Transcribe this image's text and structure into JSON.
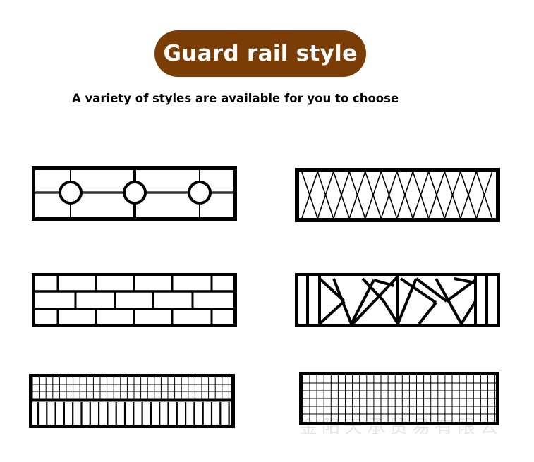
{
  "header": {
    "title": "Guard rail style",
    "subtitle": "A variety of styles are available for you to choose",
    "pill_color": "#7a3d05"
  },
  "panels": [
    {
      "icon": "circle-rail-pattern-icon",
      "style": "horizontal bars with three rings"
    },
    {
      "icon": "diamond-lattice-rail-pattern-icon",
      "style": "diamond lattice"
    },
    {
      "icon": "brick-rail-pattern-icon",
      "style": "brick pattern"
    },
    {
      "icon": "geometric-rail-pattern-icon",
      "style": "irregular geometric panels"
    },
    {
      "icon": "grid-and-pickets-rail-pattern-icon",
      "style": "grid over vertical pickets"
    },
    {
      "icon": "square-grid-rail-pattern-icon",
      "style": "fine square grid"
    }
  ],
  "watermark": {
    "text": "金阳天承贸易有限公司"
  }
}
